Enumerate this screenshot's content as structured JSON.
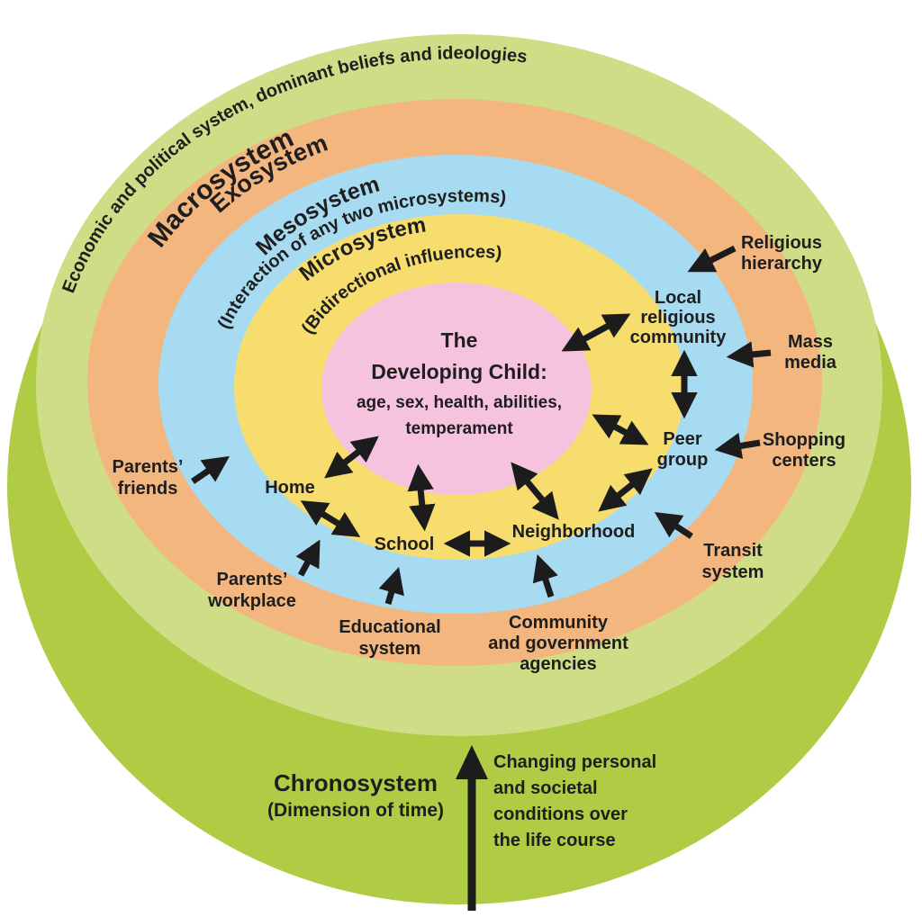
{
  "colors": {
    "background": "#ffffff",
    "chronosystem_green": "#b0cc45",
    "macrosystem_green": "#cedd86",
    "exosystem_orange": "#f3b67f",
    "mesosystem_blue": "#a7dbf2",
    "microsystem_yellow": "#f7dd6d",
    "child_pink": "#f6c3de",
    "arrow_black": "#1c1c1c",
    "text_dark": "#1e1e1e"
  },
  "rings": {
    "macrosystem": {
      "title": "Macrosystem",
      "subtitle": "Economic and political system, dominant beliefs and ideologies"
    },
    "exosystem": {
      "title": "Exosystem"
    },
    "mesosystem": {
      "title": "Mesosystem",
      "subtitle": "(Interaction of any two microsystems)"
    },
    "microsystem": {
      "title": "Microsystem",
      "subtitle": "(Bidirectional influences)"
    },
    "chronosystem": {
      "title": "Chronosystem",
      "subtitle": "(Dimension of time)"
    }
  },
  "center": {
    "lines": [
      "The",
      "Developing Child:",
      "age, sex, health, abilities,",
      "temperament"
    ]
  },
  "nodes": {
    "religious_hierarchy": {
      "lines": [
        "Religious",
        "hierarchy"
      ]
    },
    "local_religious_community": {
      "lines": [
        "Local",
        "religious",
        "community"
      ]
    },
    "mass_media": {
      "lines": [
        "Mass",
        "media"
      ]
    },
    "peer_group": {
      "lines": [
        "Peer",
        "group"
      ]
    },
    "shopping_centers": {
      "lines": [
        "Shopping",
        "centers"
      ]
    },
    "home": {
      "lines": [
        "Home"
      ]
    },
    "parents_friends": {
      "lines": [
        "Parents’",
        "friends"
      ]
    },
    "school": {
      "lines": [
        "School"
      ]
    },
    "parents_workplace": {
      "lines": [
        "Parents’",
        "workplace"
      ]
    },
    "educational_system": {
      "lines": [
        "Educational",
        "system"
      ]
    },
    "neighborhood": {
      "lines": [
        "Neighborhood"
      ]
    },
    "community_government_agencies": {
      "lines": [
        "Community",
        "and government",
        "agencies"
      ]
    },
    "transit_system": {
      "lines": [
        "Transit",
        "system"
      ]
    }
  },
  "time_arrow": {
    "lines": [
      "Changing personal",
      "and societal",
      "conditions over",
      "the life course"
    ]
  }
}
